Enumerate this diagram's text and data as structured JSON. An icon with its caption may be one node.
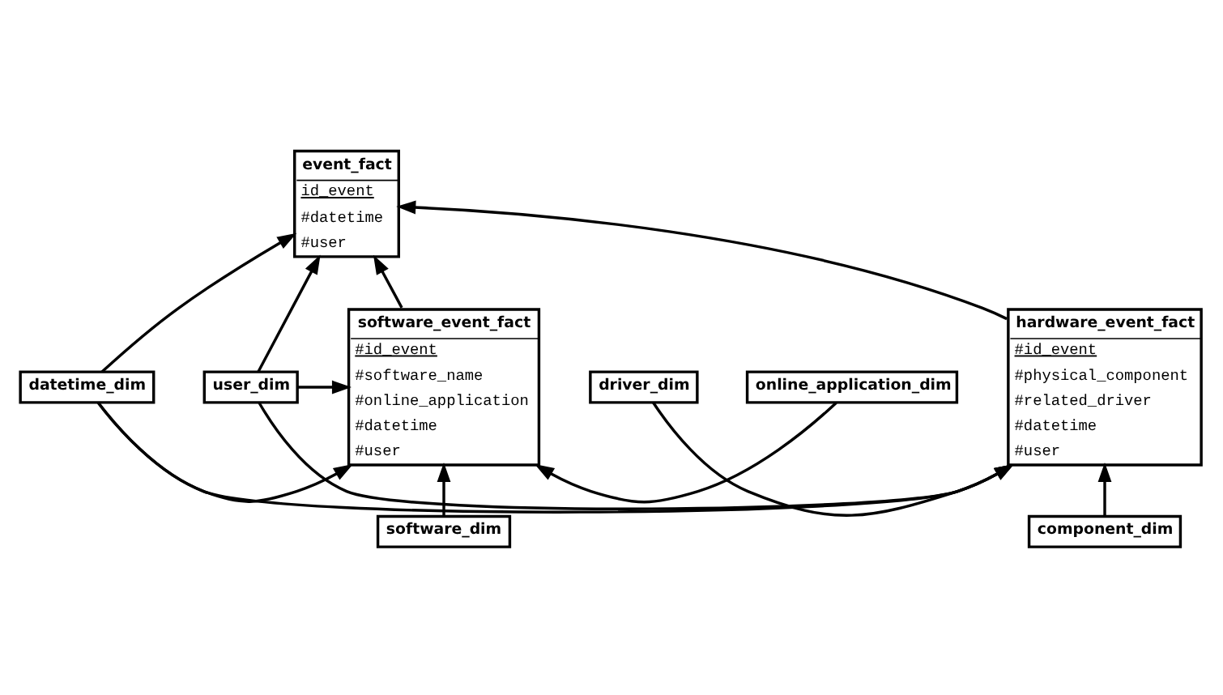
{
  "diagram": {
    "nodes": [
      {
        "text": [
          "event_fact",
          "id_event",
          "#datetime",
          "#user"
        ]
      },
      {
        "text": [
          "datetime_dim"
        ]
      },
      {
        "text": [
          "user_dim"
        ]
      },
      {
        "text": [
          "software_event_fact",
          "#id_event",
          "#software_name",
          "#online_application",
          "#datetime",
          "#user"
        ]
      },
      {
        "text": [
          "hardware_event_fact",
          "#id_event",
          "#physical_component",
          "#related_driver",
          "#datetime",
          "#user"
        ]
      },
      {
        "text": [
          "online_application_dim"
        ]
      },
      {
        "text": [
          "driver_dim"
        ]
      },
      {
        "text": [
          "software_dim"
        ]
      },
      {
        "text": [
          "component_dim"
        ]
      }
    ],
    "edges": [
      {
        "from": 3,
        "to": 0,
        "arrow": "to"
      },
      {
        "from": 1,
        "to": 0,
        "arrow": "to"
      },
      {
        "from": 2,
        "to": 0,
        "arrow": "to"
      },
      {
        "from": 4,
        "to": 0,
        "arrow": "to"
      },
      {
        "from": 1,
        "to": 3,
        "arrow": "to"
      },
      {
        "from": 1,
        "to": 4,
        "arrow": "to"
      },
      {
        "from": 2,
        "to": 3,
        "arrow": "to"
      },
      {
        "from": 2,
        "to": 4,
        "arrow": "to"
      },
      {
        "from": 5,
        "to": 3,
        "arrow": "to"
      },
      {
        "from": 7,
        "to": 3,
        "arrow": "to"
      },
      {
        "from": 6,
        "to": 4,
        "arrow": "to"
      },
      {
        "from": 8,
        "to": 4,
        "arrow": "to"
      }
    ]
  }
}
